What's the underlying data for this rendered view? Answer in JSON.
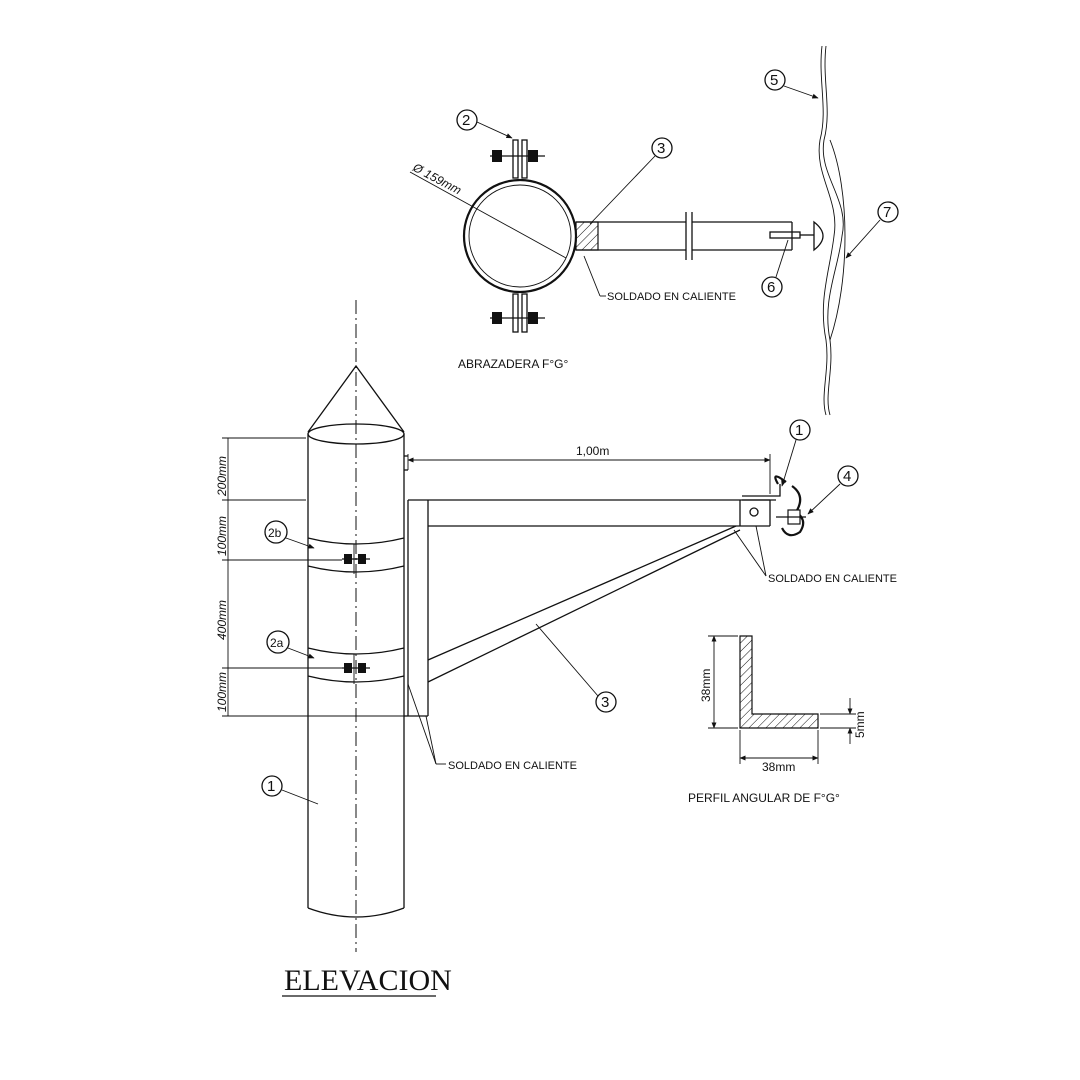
{
  "labels": {
    "elevacion": "ELEVACION",
    "abrazadera": "ABRAZADERA F°G°",
    "perfil": "PERFIL ANGULAR DE F°G°",
    "soldado": "SOLDADO EN CALIENTE",
    "diameter": "Ø 159mm"
  },
  "dimensions": {
    "arm_length": "1,00m",
    "d200": "200mm",
    "d100_top": "100mm",
    "d400": "400mm",
    "d100_bottom": "100mm",
    "profile_height": "38mm",
    "profile_width": "38mm",
    "profile_thickness": "5mm"
  },
  "callouts": {
    "c1": "1",
    "c2": "2",
    "c2a": "2a",
    "c2b": "2b",
    "c3": "3",
    "c4": "4",
    "c5": "5",
    "c6": "6",
    "c7": "7"
  }
}
